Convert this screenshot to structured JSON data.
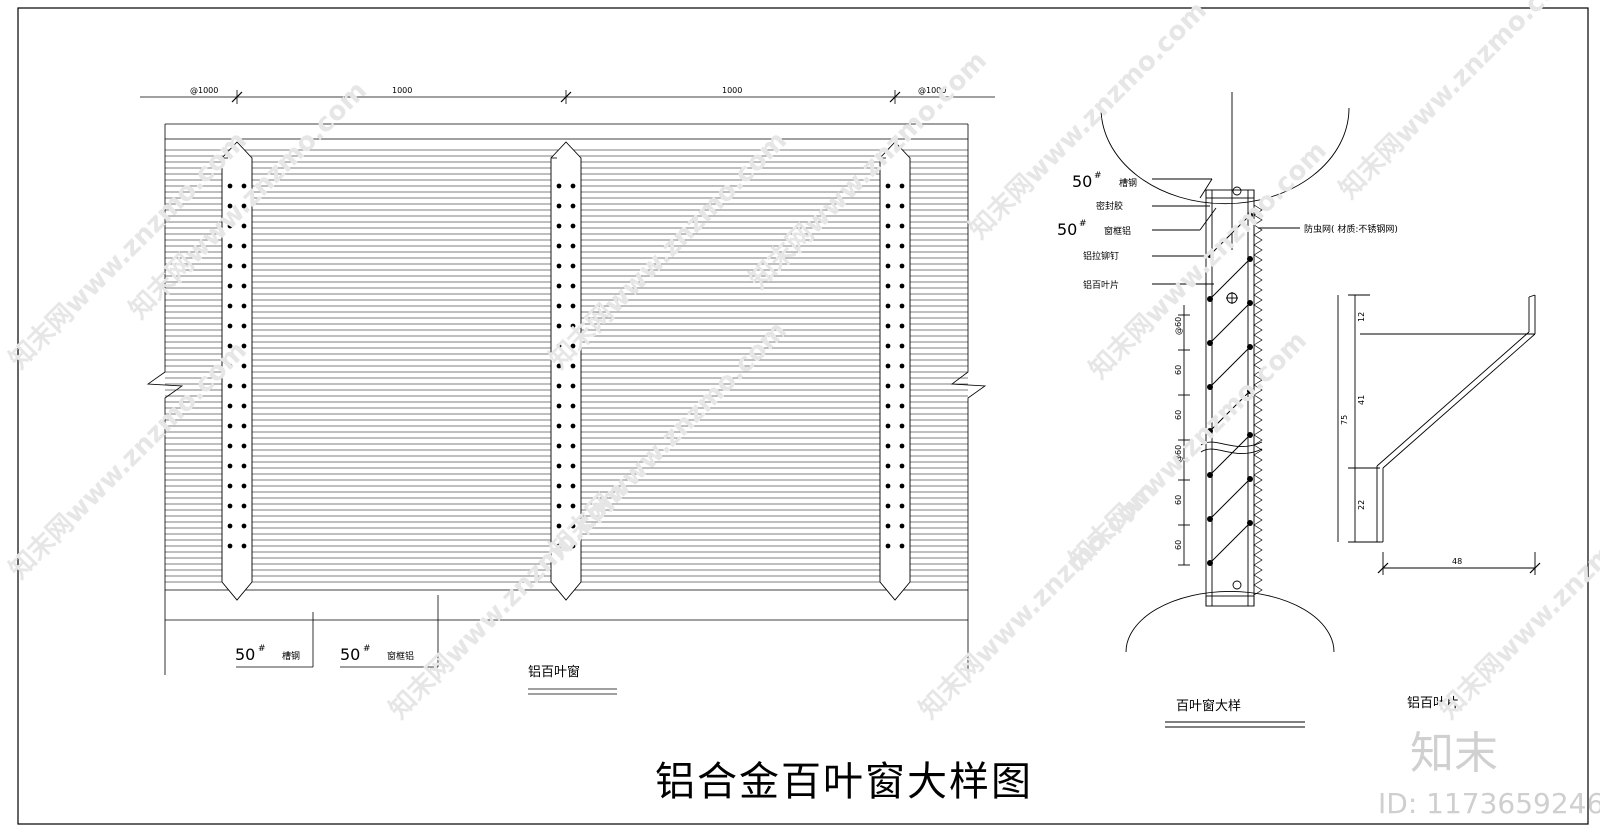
{
  "main_title": "铝合金百叶窗大样图",
  "elevation": {
    "caption": "铝百叶窗",
    "dims": [
      "@1000",
      "1000",
      "1000",
      "@1000"
    ],
    "labels": [
      {
        "num": "50",
        "mark": "#",
        "text": "槽钢"
      },
      {
        "num": "50",
        "mark": "#",
        "text": "窗框铝"
      }
    ]
  },
  "section": {
    "caption": "百叶窗大样",
    "labels": [
      {
        "num": "50",
        "mark": "#",
        "text": "槽钢"
      },
      {
        "num": "",
        "mark": "",
        "text": "密封胶"
      },
      {
        "num": "50",
        "mark": "#",
        "text": "窗框铝"
      },
      {
        "num": "",
        "mark": "",
        "text": "铝拉铆钉"
      },
      {
        "num": "",
        "mark": "",
        "text": "铝百叶片"
      }
    ],
    "right_label": "防虫网( 材质:不锈钢网)",
    "dims": [
      "@60",
      "60",
      "60",
      "@60",
      "60",
      "60"
    ]
  },
  "blade": {
    "caption": "铝百叶片",
    "dims": [
      "12",
      "41",
      "22",
      "75",
      "48"
    ]
  },
  "watermark": {
    "brand": "知末",
    "id": "ID: 1173659246",
    "repeat": "知末网www.znzmo.com"
  }
}
